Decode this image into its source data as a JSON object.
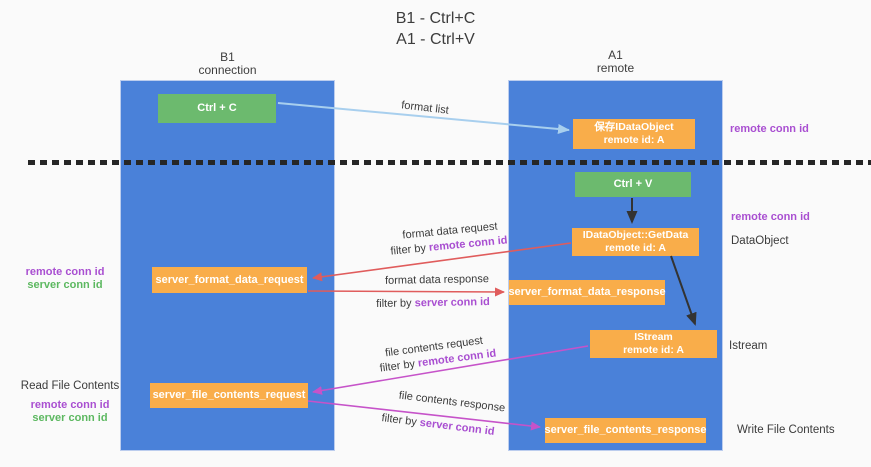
{
  "title": {
    "line1": "B1 - Ctrl+C",
    "line2": "A1 - Ctrl+V"
  },
  "columns": {
    "left": {
      "header_line1": "B1",
      "header_line2": "connection"
    },
    "right": {
      "header_line1": "A1",
      "header_line2": "remote"
    }
  },
  "boxes": {
    "ctrl_c": "Ctrl + C",
    "save_idataobject": {
      "line1": "保存IDataObject",
      "line2": "remote id: A"
    },
    "ctrl_v": "Ctrl + V",
    "getdata": {
      "line1": "IDataObject::GetData",
      "line2": "remote id: A"
    },
    "server_format_data_request": "server_format_data_request",
    "server_format_data_response": "server_format_data_response",
    "istream": {
      "line1": "IStream",
      "line2": "remote id: A"
    },
    "server_file_contents_request": "server_file_contents_request",
    "server_file_contents_response": "server_file_contents_response"
  },
  "side_labels": {
    "right_remote_conn_id_1": "remote conn id",
    "right_remote_conn_id_2": "remote conn id",
    "dataobject": "DataObject",
    "istream": "Istream",
    "write_file_contents": "Write File Contents",
    "read_file_contents": "Read File Contents",
    "left_upper": {
      "remote": "remote conn id",
      "server": "server conn id"
    },
    "left_lower": {
      "remote": "remote conn id",
      "server": "server conn id"
    }
  },
  "arrow_labels": {
    "format_list": "format list",
    "format_data_request": "format data request",
    "format_data_response": "format data response",
    "file_contents_request": "file contents request",
    "file_contents_response": "file contents response",
    "filter_prefix": "filter by ",
    "filter_remote": "remote conn id",
    "filter_server": "server conn id"
  },
  "colors": {
    "column_blue": "#4a81d9",
    "box_green": "#6cba6e",
    "box_orange": "#f9ad4a",
    "arrow_red": "#e05c5c",
    "arrow_magenta": "#c653c9",
    "arrow_lightblue": "#a8cfee",
    "arrow_black": "#333333",
    "text_purple": "#a94fd1",
    "text_green": "#5cb860"
  }
}
